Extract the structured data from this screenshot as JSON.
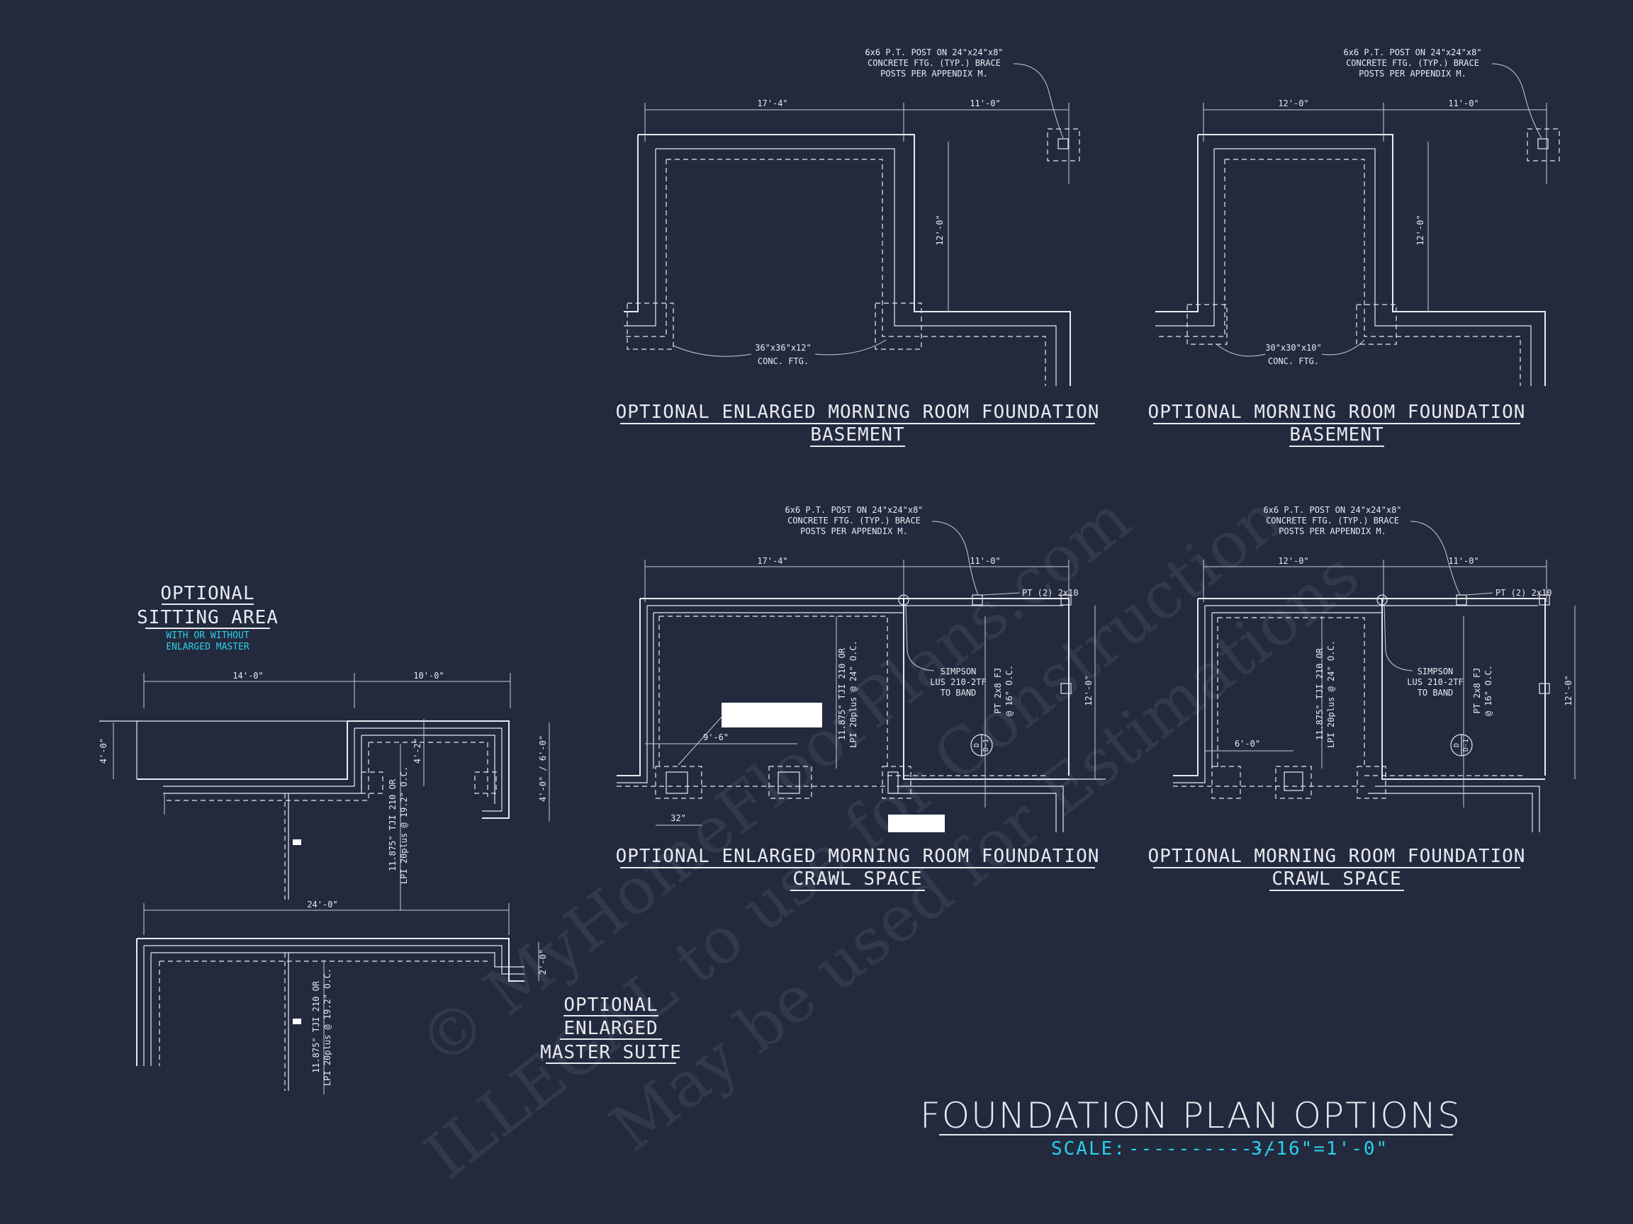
{
  "sheet": {
    "title": "FOUNDATION PLAN OPTIONS",
    "scale_label": "SCALE:",
    "scale_dashes": "------------",
    "scale_value": "3/16\"=1'-0\""
  },
  "colors": {
    "background": "#232a3e",
    "linework": "#e8eaf0",
    "accent": "#29d0e8"
  },
  "watermark": {
    "line1": "© MyHomeFloorPlans.com",
    "line2": "ILLEGAL to use for Construction",
    "line3": "May be used for Estimations"
  },
  "plans": {
    "enlarged_basement": {
      "title_line1": "OPTIONAL ENLARGED MORNING ROOM FOUNDATION",
      "title_line2": "BASEMENT",
      "dim_left": "17'-4\"",
      "dim_right": "11'-0\"",
      "dim_depth": "12'-0\"",
      "post_note": [
        "6x6 P.T. POST ON 24\"x24\"x8\"",
        "CONCRETE FTG. (TYP.) BRACE",
        "POSTS PER APPENDIX M."
      ],
      "ftg_note": [
        "36\"x36\"x12\"",
        "CONC. FTG."
      ]
    },
    "basement": {
      "title_line1": "OPTIONAL MORNING ROOM FOUNDATION",
      "title_line2": "BASEMENT",
      "dim_left": "12'-0\"",
      "dim_right": "11'-0\"",
      "dim_depth": "12'-0\"",
      "post_note": [
        "6x6 P.T. POST ON 24\"x24\"x8\"",
        "CONCRETE FTG. (TYP.) BRACE",
        "POSTS PER APPENDIX M."
      ],
      "ftg_note": [
        "30\"x30\"x10\"",
        "CONC. FTG."
      ]
    },
    "enlarged_crawl": {
      "title_line1": "OPTIONAL ENLARGED MORNING ROOM FOUNDATION",
      "title_line2": "CRAWL SPACE",
      "dim_left": "17'-4\"",
      "dim_right": "11'-0\"",
      "dim_depth": "12'-0\"",
      "dim_inner": "9'-6\"",
      "dim_small": "32\"",
      "post_note": [
        "6x6 P.T. POST ON 24\"x24\"x8\"",
        "CONCRETE FTG. (TYP.) BRACE",
        "POSTS PER APPENDIX M."
      ],
      "pt_note": "PT (2) 2x10",
      "simpson_note": [
        "SIMPSON",
        "LUS 210-2TF",
        "TO BAND"
      ],
      "joist_note": [
        "11.875\" TJI 210 OR",
        "LPI 20plus @ 24\" O.C."
      ],
      "pt_joist_note": [
        "PT 2x8 FJ",
        "@ 16\" O.C."
      ],
      "tag_top": "D",
      "tag_bottom": "D-1"
    },
    "crawl": {
      "title_line1": "OPTIONAL MORNING ROOM FOUNDATION",
      "title_line2": "CRAWL SPACE",
      "dim_left": "12'-0\"",
      "dim_right": "11'-0\"",
      "dim_depth": "12'-0\"",
      "dim_inner": "6'-0\"",
      "post_note": [
        "6x6 P.T. POST ON 24\"x24\"x8\"",
        "CONCRETE FTG. (TYP.) BRACE",
        "POSTS PER APPENDIX M."
      ],
      "pt_note": "PT (2) 2x10",
      "simpson_note": [
        "SIMPSON",
        "LUS 210-2TF",
        "TO BAND"
      ],
      "joist_note": [
        "11.875\" TJI 210 OR",
        "LPI 20plus @ 24\" O.C."
      ],
      "pt_joist_note": [
        "PT 2x8 FJ",
        "@ 16\" O.C."
      ],
      "tag_top": "D",
      "tag_bottom": "D-1"
    },
    "sitting_area": {
      "title_line1": "OPTIONAL",
      "title_line2": "SITTING AREA",
      "sub_line1": "WITH OR WITHOUT",
      "sub_line2": "ENLARGED MASTER",
      "dim_left": "14'-0\"",
      "dim_right": "10'-0\"",
      "dim_side_left": "4'-0\"",
      "dim_side_right": "4'-0\" / 6'-0\"",
      "dim_inner": "4'-2\"",
      "joist_note": [
        "11.875\" TJI 210 OR",
        "LPI 20plus @ 19.2\" O.C."
      ]
    },
    "master_suite": {
      "title_line1": "OPTIONAL",
      "title_line2": "ENLARGED",
      "title_line3": "MASTER SUITE",
      "dim_top": "24'-0\"",
      "dim_side": "2'-0\"",
      "joist_note": [
        "11.875\" TJI 210 OR",
        "LPI 20plus @ 19.2\" O.C."
      ]
    }
  }
}
